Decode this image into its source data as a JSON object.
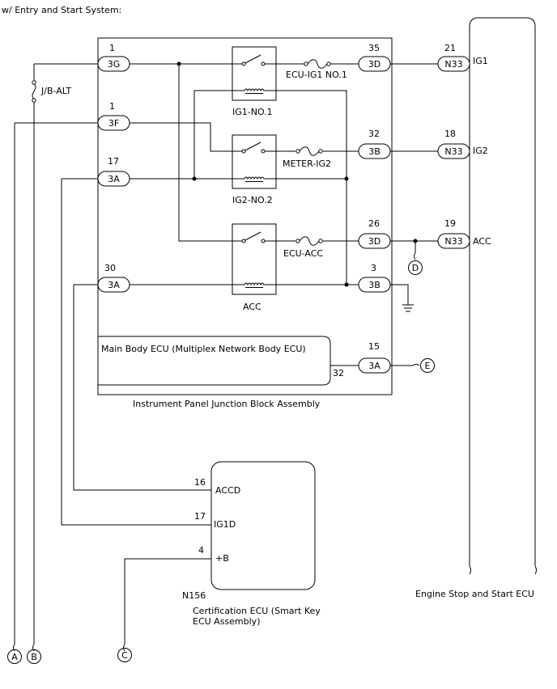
{
  "title": "w/ Entry and Start System:",
  "jb_name": "Instrument Panel Junction Block Assembly",
  "fuse_jb_alt": "J/B-ALT",
  "main_body_ecu": "Main Body ECU (Multiplex Network Body ECU)",
  "main_body_ecu_pin": "32",
  "left_connectors": [
    {
      "pin": "1",
      "code": "3G"
    },
    {
      "pin": "1",
      "code": "3F"
    },
    {
      "pin": "17",
      "code": "3A"
    },
    {
      "pin": "30",
      "code": "3A"
    }
  ],
  "right_connectors": [
    {
      "pin": "35",
      "code": "3D"
    },
    {
      "pin": "32",
      "code": "3B"
    },
    {
      "pin": "26",
      "code": "3D"
    },
    {
      "pin": "3",
      "code": "3B"
    },
    {
      "pin": "15",
      "code": "3A"
    }
  ],
  "relays": [
    "IG1-NO.1",
    "IG2-NO.2",
    "ACC"
  ],
  "fuses": [
    "ECU-IG1 NO.1",
    "METER-IG2",
    "ECU-ACC"
  ],
  "n33_connectors": [
    {
      "pin": "21",
      "code": "N33",
      "signal": "IG1"
    },
    {
      "pin": "18",
      "code": "N33",
      "signal": "IG2"
    },
    {
      "pin": "19",
      "code": "N33",
      "signal": "ACC"
    }
  ],
  "engine_ecu": "Engine Stop and Start ECU",
  "cert_ecu": {
    "code": "N156",
    "name_line1": "Certification ECU (Smart Key",
    "name_line2": "ECU Assembly)",
    "pins": [
      {
        "pin": "16",
        "signal": "ACCD"
      },
      {
        "pin": "17",
        "signal": "IG1D"
      },
      {
        "pin": "4",
        "signal": "+B"
      }
    ]
  },
  "refs": [
    "A",
    "B",
    "C",
    "D",
    "E"
  ]
}
